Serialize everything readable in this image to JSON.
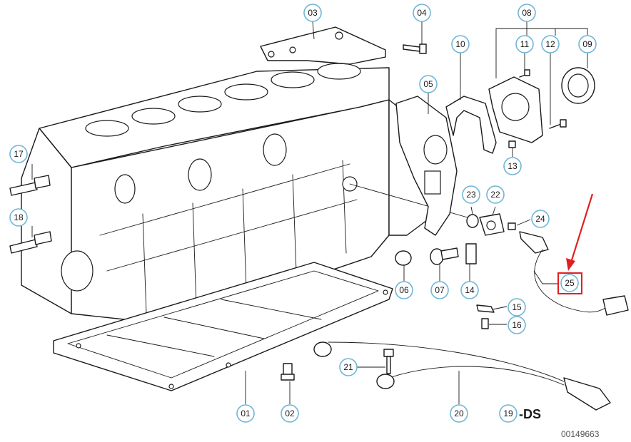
{
  "callouts": [
    {
      "id": "01",
      "label": "01"
    },
    {
      "id": "02",
      "label": "02"
    },
    {
      "id": "03",
      "label": "03"
    },
    {
      "id": "04",
      "label": "04"
    },
    {
      "id": "05",
      "label": "05"
    },
    {
      "id": "06",
      "label": "06"
    },
    {
      "id": "07",
      "label": "07"
    },
    {
      "id": "08",
      "label": "08"
    },
    {
      "id": "09",
      "label": "09"
    },
    {
      "id": "10",
      "label": "10"
    },
    {
      "id": "11",
      "label": "11"
    },
    {
      "id": "12",
      "label": "12"
    },
    {
      "id": "13",
      "label": "13"
    },
    {
      "id": "14",
      "label": "14"
    },
    {
      "id": "15",
      "label": "15"
    },
    {
      "id": "16",
      "label": "16"
    },
    {
      "id": "17",
      "label": "17"
    },
    {
      "id": "18",
      "label": "18"
    },
    {
      "id": "19",
      "label": "19"
    },
    {
      "id": "20",
      "label": "20"
    },
    {
      "id": "21",
      "label": "21"
    },
    {
      "id": "22",
      "label": "22"
    },
    {
      "id": "23",
      "label": "23"
    },
    {
      "id": "24",
      "label": "24"
    },
    {
      "id": "25",
      "label": "25"
    }
  ],
  "callout_19_suffix": "-DS",
  "highlighted_callout": "25",
  "figure_id": "00149663",
  "colors": {
    "callout_ring": "#6fb6d6",
    "highlight": "#e02020",
    "line_art": "#1a1a1a"
  }
}
